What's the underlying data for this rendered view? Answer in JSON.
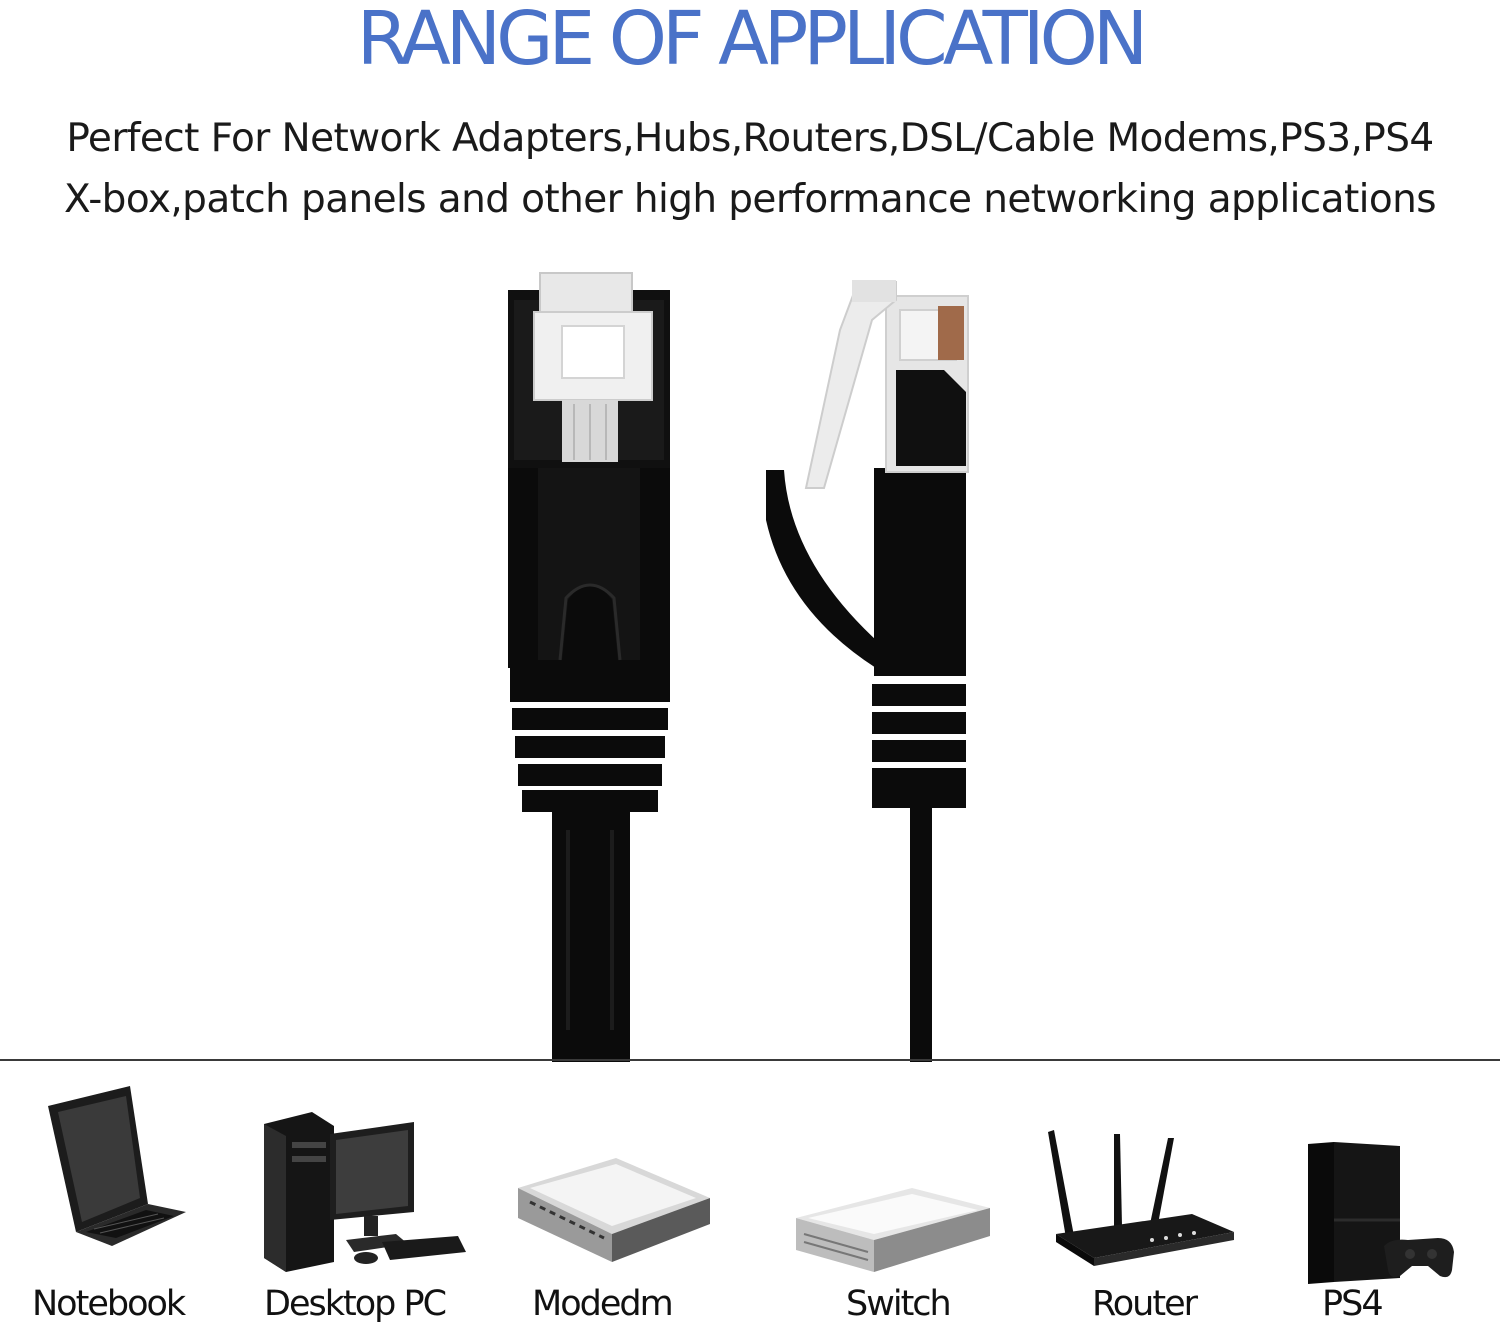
{
  "header": {
    "title": "RANGE OF APPLICATION",
    "subtitle_line1": "Perfect For Network Adapters,Hubs,Routers,DSL/Cable Modems,PS3,PS4",
    "subtitle_line2": "X-box,patch panels and other high performance networking applications"
  },
  "colors": {
    "title": "#4a72c8",
    "cable": "#0b0b0b",
    "connector_clear": "#e8e8e8",
    "divider": "#3a3a3a"
  },
  "devices": [
    {
      "label": "Notebook",
      "icon": "laptop-icon"
    },
    {
      "label": "Desktop PC",
      "icon": "desktop-pc-icon"
    },
    {
      "label": "Modedm",
      "icon": "modem-icon"
    },
    {
      "label": "Switch",
      "icon": "switch-icon"
    },
    {
      "label": "Router",
      "icon": "router-icon"
    },
    {
      "label": "PS4",
      "icon": "ps4-console-icon"
    }
  ]
}
